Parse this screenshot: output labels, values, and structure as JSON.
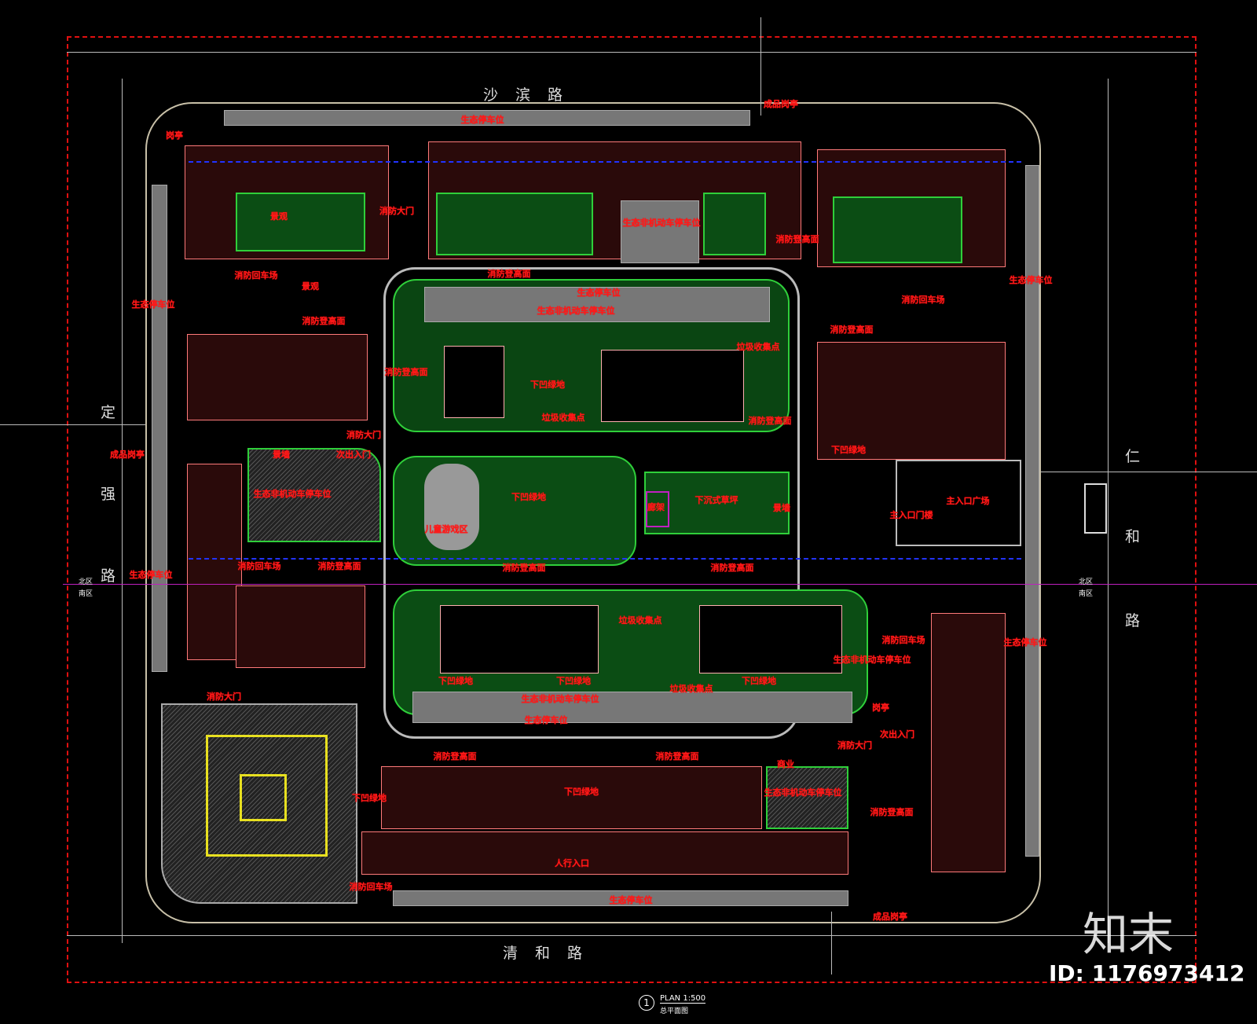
{
  "roads": {
    "north": "沙滨路",
    "south": "清和路",
    "west": [
      "定",
      "强",
      "路"
    ],
    "east": [
      "仁",
      "和",
      "路"
    ]
  },
  "zones": {
    "north": "北区",
    "south": "南区"
  },
  "labels": [
    "生态停车位",
    "成品岗亭",
    "岗亭",
    "景观",
    "消防大门",
    "生态非机动车停车位",
    "消防登高面",
    "消防回车场",
    "景观",
    "消防登高面",
    "生态停车位",
    "生态非机动车停车位",
    "生态停车位",
    "消防登高面",
    "消防回车场",
    "生态停车位",
    "消防登高面",
    "垃圾收集点",
    "消防登高面",
    "下凹绿地",
    "垃圾收集点",
    "消防登高面",
    "消防大门",
    "下凹绿地",
    "成品岗亭",
    "景墙",
    "次出入门",
    "生态非机动车停车位",
    "下凹绿地",
    "下沉式草坪",
    "廊架",
    "景墙",
    "主入口广场",
    "主入口门楼",
    "儿童游戏区",
    "消防回车场",
    "消防登高面",
    "消防登高面",
    "消防登高面",
    "生态停车位",
    "垃圾收集点",
    "消防回车场",
    "生态停车位",
    "生态非机动车停车位",
    "下凹绿地",
    "下凹绿地",
    "下凹绿地",
    "垃圾收集点",
    "生态非机动车停车位",
    "消防大门",
    "生态停车位",
    "岗亭",
    "次出入门",
    "消防登高面",
    "消防登高面",
    "消防大门",
    "商业",
    "生态非机动车停车位",
    "下凹绿地",
    "下凹绿地",
    "消防登高面",
    "人行入口",
    "消防回车场",
    "生态停车位",
    "成品岗亭"
  ],
  "footer": {
    "plan_scale": "PLAN 1:500",
    "plan_title": "总平面图",
    "plan_number": "1"
  },
  "watermark": {
    "brand": "知末",
    "id": "ID: 1176973412"
  },
  "colors": {
    "background": "#000000",
    "boundary": "#e01010",
    "label": "#ff1a1a",
    "green": "#0b4d14"
  }
}
